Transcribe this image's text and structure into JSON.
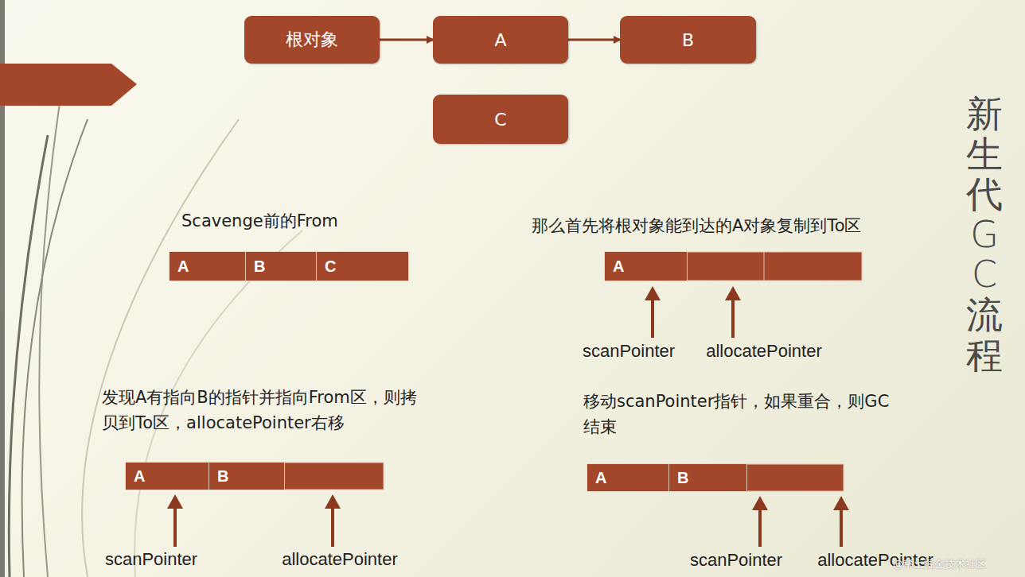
{
  "diagram": {
    "title": "新生代GC流程",
    "nodes": [
      {
        "text": [
          "根对象"
        ]
      },
      {
        "text": [
          "A"
        ]
      },
      {
        "text": [
          "B"
        ]
      },
      {
        "text": [
          "C"
        ]
      },
      {
        "text": [
          "A"
        ]
      },
      {
        "text": [
          "B"
        ]
      },
      {
        "text": [
          "C"
        ]
      },
      {
        "text": [
          "A"
        ]
      },
      {
        "text": [
          "A"
        ]
      },
      {
        "text": [
          "B"
        ]
      },
      {
        "text": [
          "A"
        ]
      },
      {
        "text": [
          "B"
        ]
      }
    ],
    "edges": [
      {
        "from": 0,
        "to": 1,
        "arrow": "to"
      },
      {
        "from": 1,
        "to": 2,
        "arrow": "to"
      }
    ],
    "labels": [
      "Scavenge前的From",
      "那么首先将根对象能到达的A对象复制到To区",
      "scanPointer",
      "allocatePointer",
      "发现A有指向B的指针并指向From区，则拷贝到To区，allocatePointer右移",
      "scanPointer",
      "allocatePointer",
      "移动scanPointer指针，如果重合，则GC结束",
      "scanPointer",
      "allocatePointer",
      "@稀土掘金技术社区"
    ]
  }
}
